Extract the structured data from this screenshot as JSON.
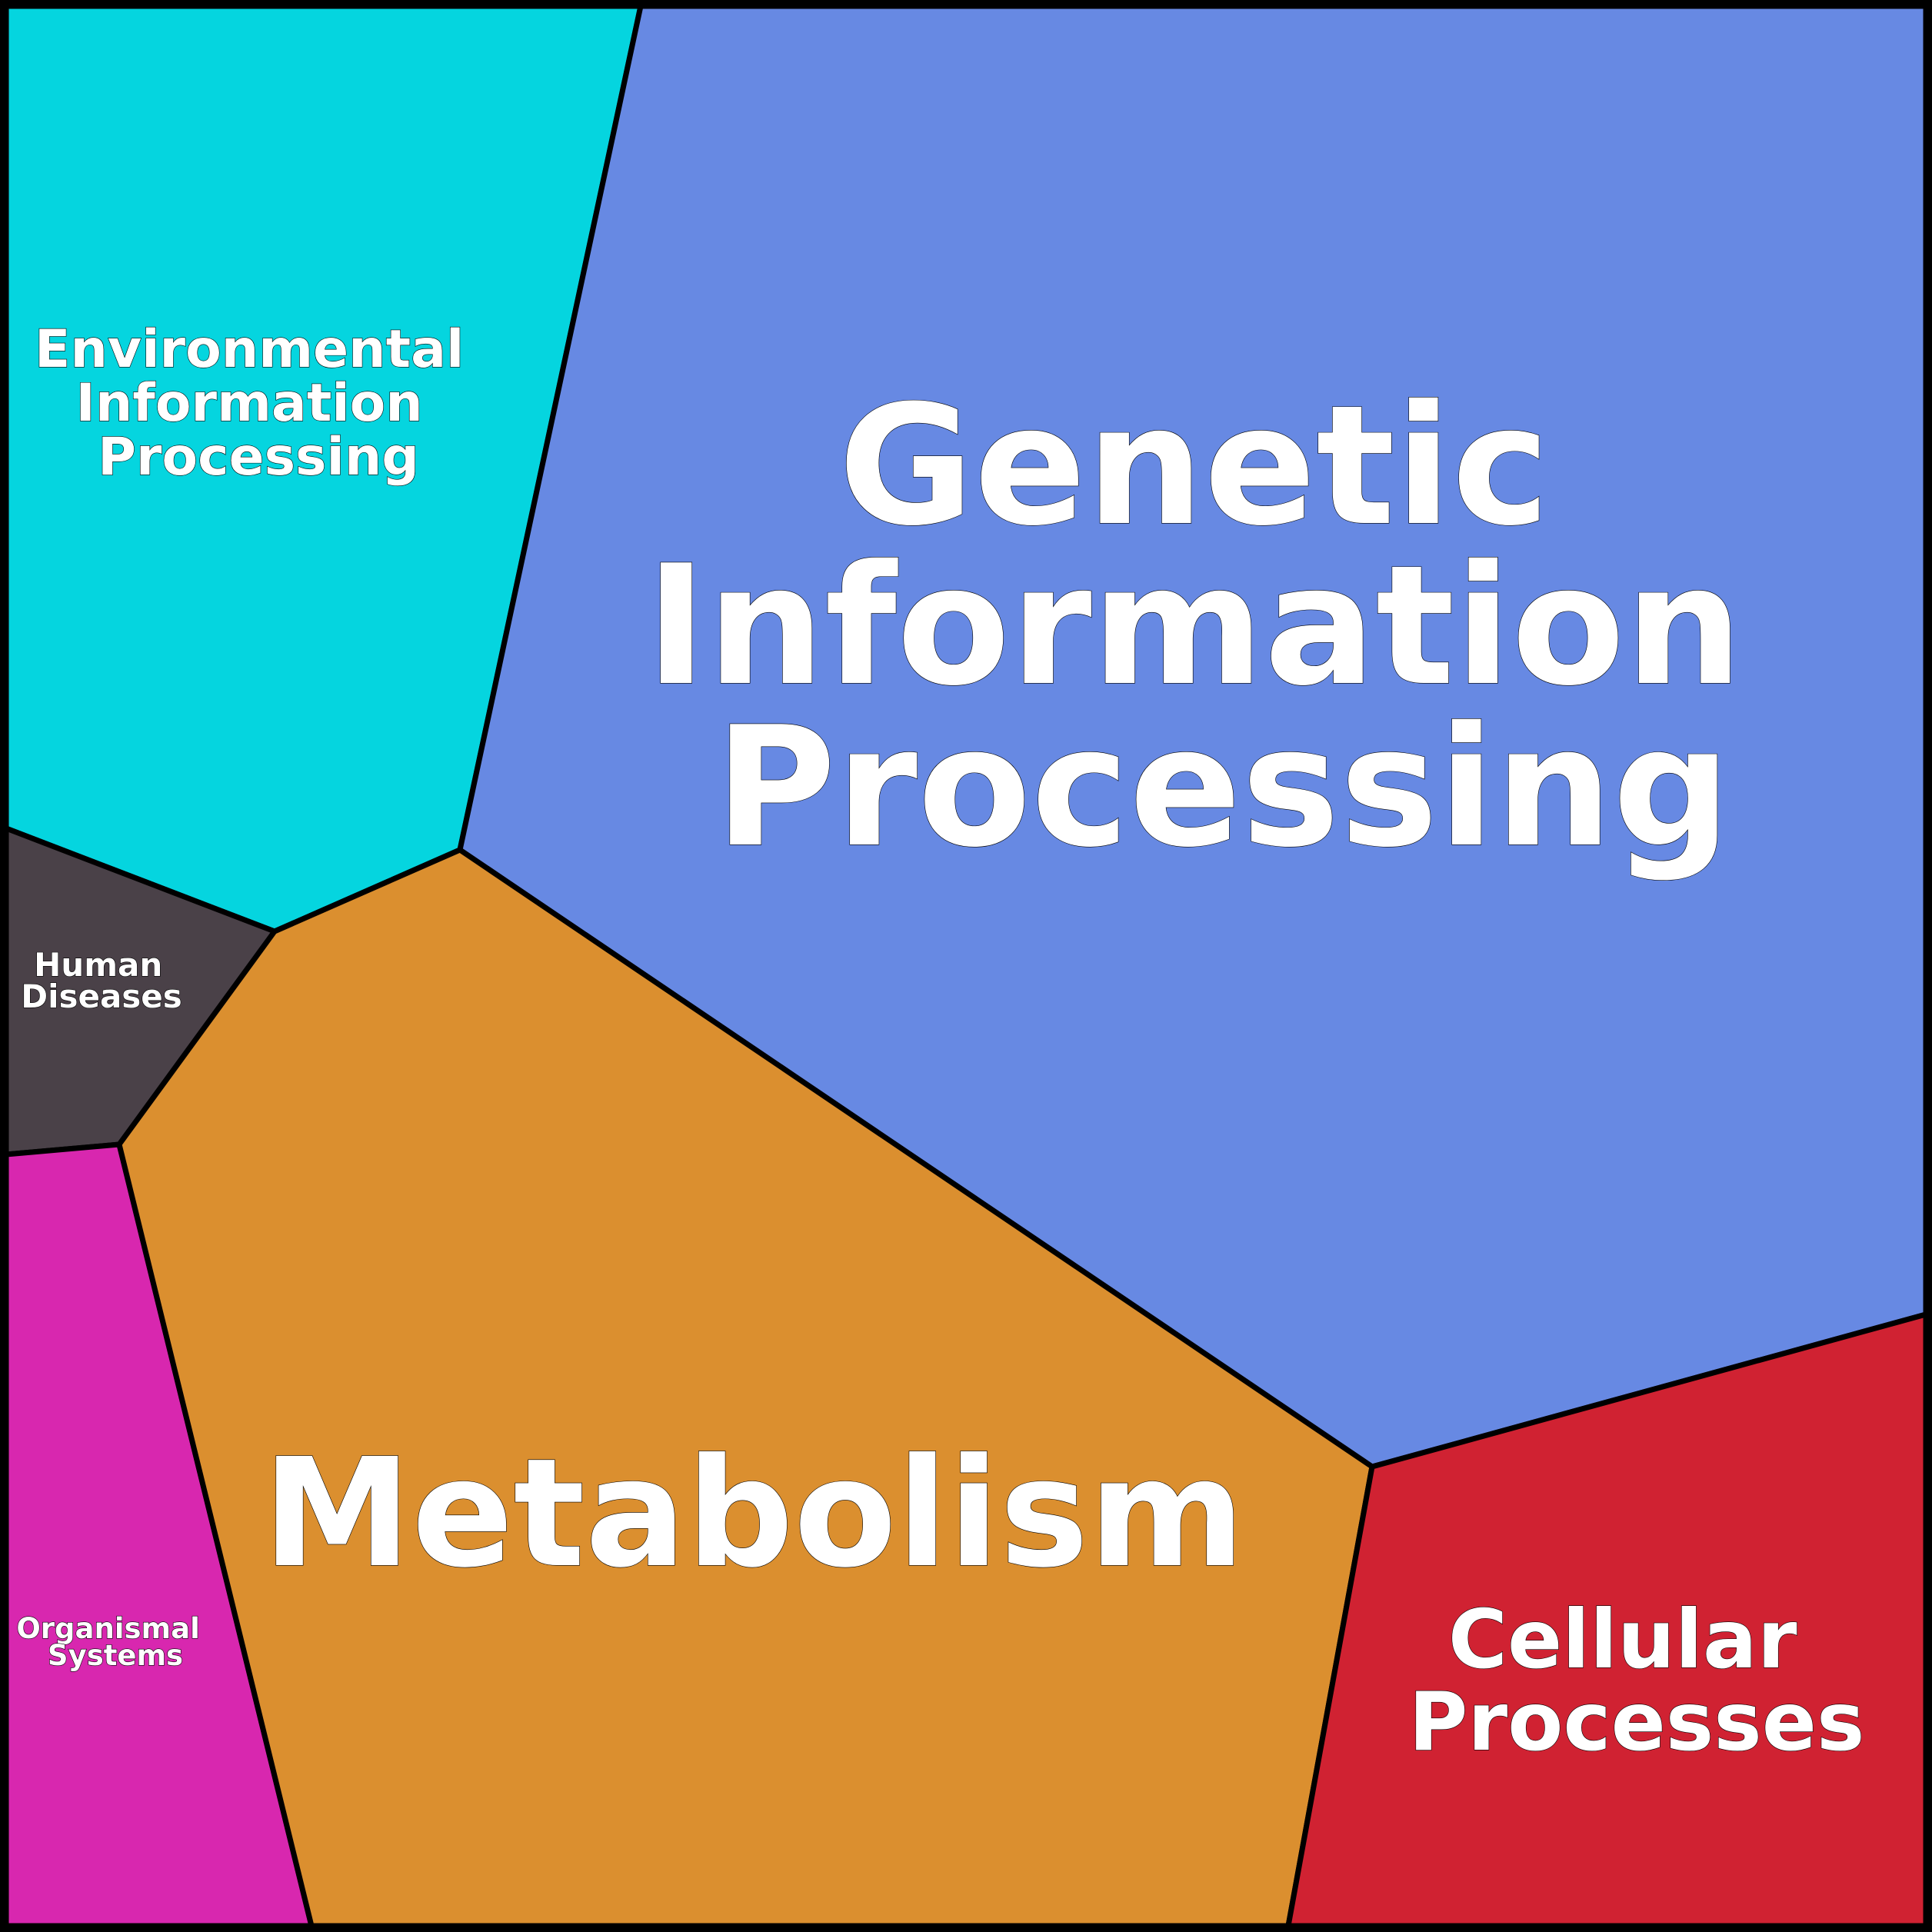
{
  "title": "KEGG pathway category Voronoi treemap",
  "regions": [
    {
      "id": "genetic",
      "label_lines": [
        "Genetic",
        "Information",
        "Processing"
      ],
      "color": "#6789E3"
    },
    {
      "id": "environmental",
      "label_lines": [
        "Environmental",
        "Information",
        "Processing"
      ],
      "color": "#05D5DF"
    },
    {
      "id": "metabolism",
      "label_lines": [
        "Metabolism"
      ],
      "color": "#DB8F2F"
    },
    {
      "id": "cellular",
      "label_lines": [
        "Cellular",
        "Processes"
      ],
      "color": "#D02232"
    },
    {
      "id": "human-diseases",
      "label_lines": [
        "Human",
        "Diseases"
      ],
      "color": "#4A4148"
    },
    {
      "id": "organismal",
      "label_lines": [
        "Organismal",
        "Systems"
      ],
      "color": "#D827AF"
    }
  ]
}
